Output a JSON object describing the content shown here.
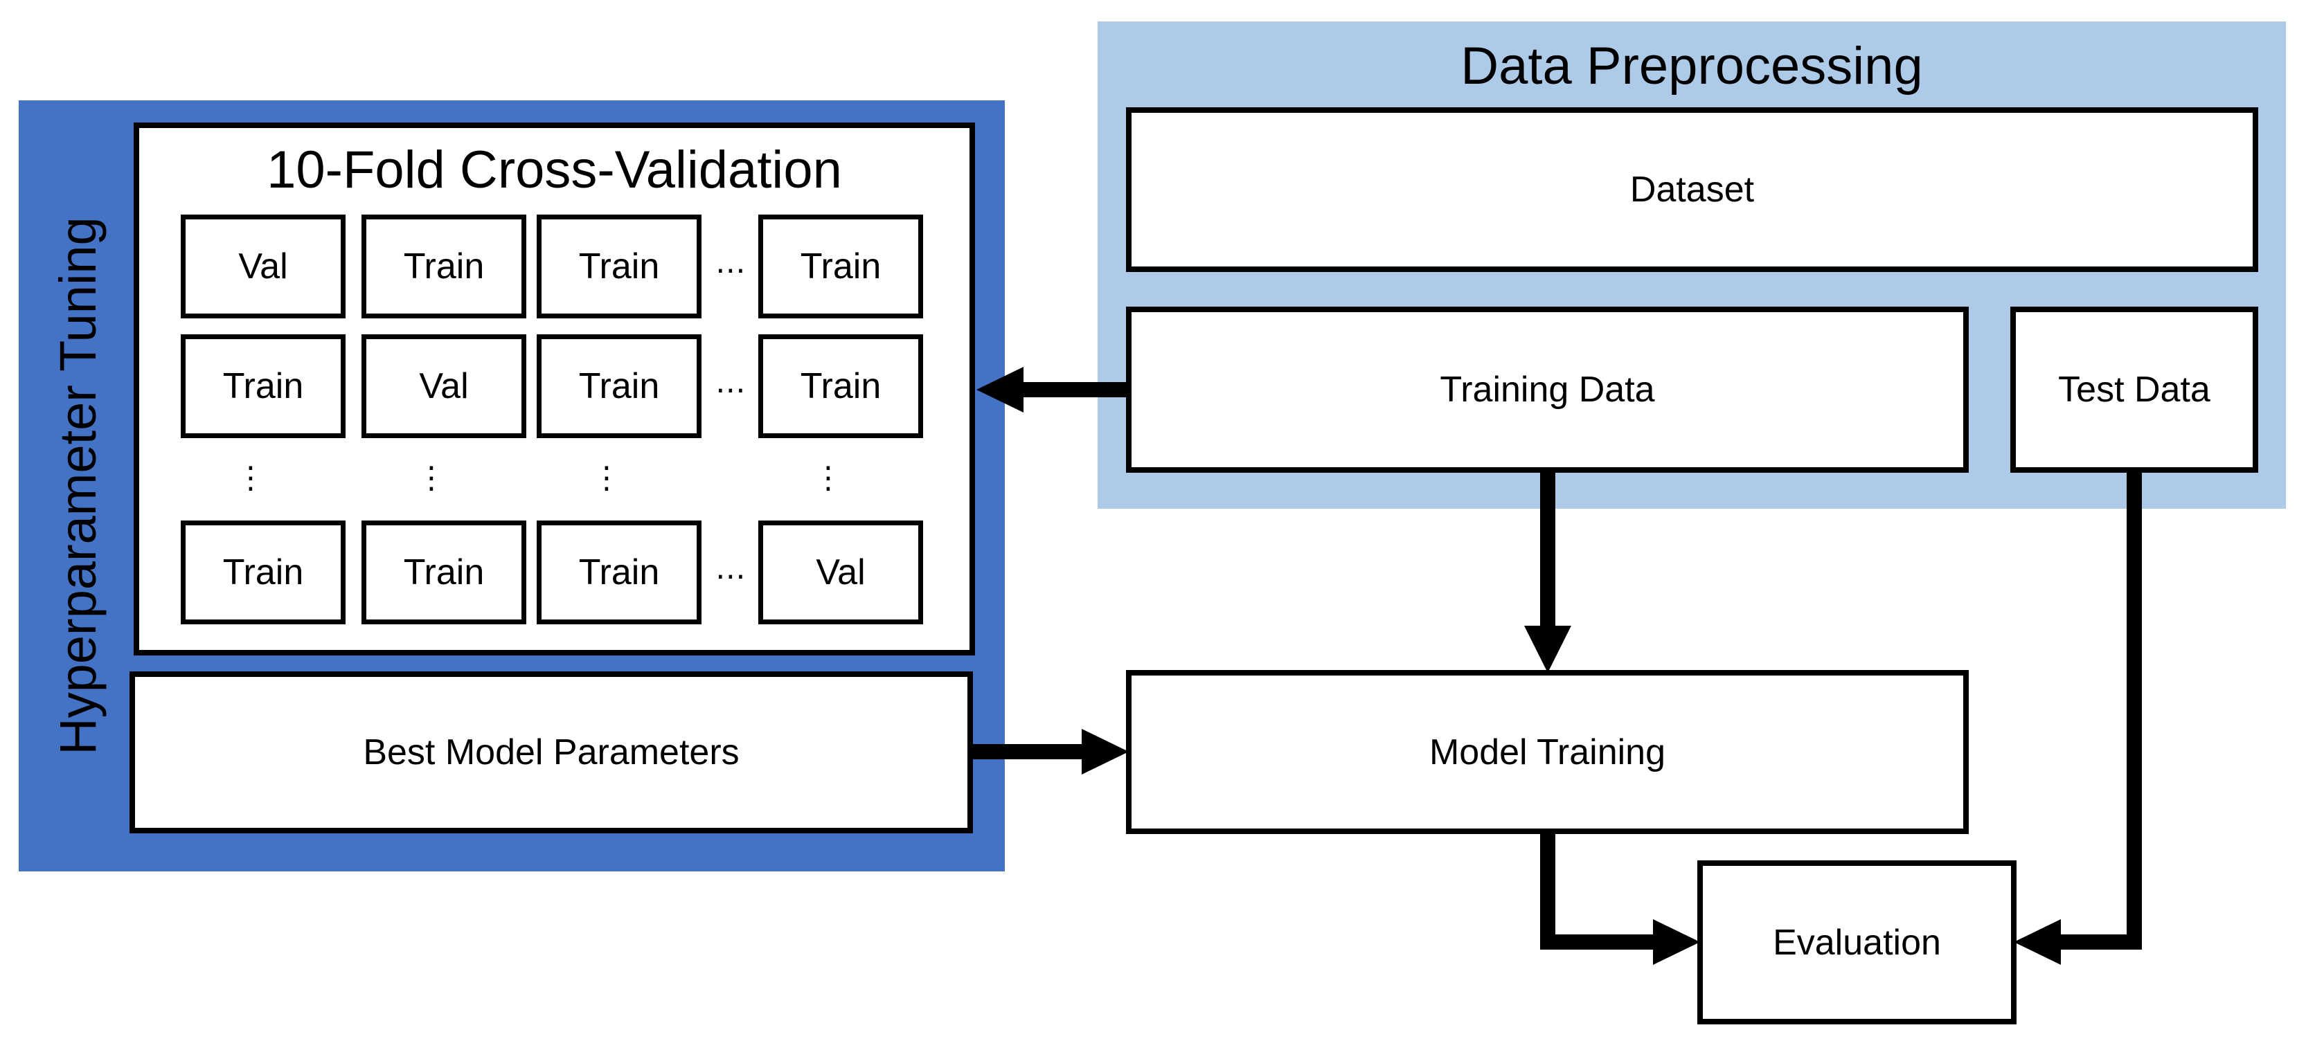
{
  "colors": {
    "hyper_region": "#4472c4",
    "prep_region": "#adcbe9",
    "stroke": "#000000",
    "box_fill": "#ffffff"
  },
  "hyper": {
    "title": "Hyperparameter Tuning",
    "cv": {
      "title": "10-Fold Cross-Validation",
      "rows": [
        [
          "Val",
          "Train",
          "Train",
          "Train"
        ],
        [
          "Train",
          "Val",
          "Train",
          "Train"
        ],
        [
          "Train",
          "Train",
          "Train",
          "Val"
        ]
      ],
      "ellipsis_h": "⋯",
      "ellipsis_v": "⋮"
    },
    "best_params": "Best Model Parameters"
  },
  "prep": {
    "title": "Data Preprocessing",
    "dataset": "Dataset",
    "training_data": "Training Data",
    "test_data": "Test Data"
  },
  "model_training": "Model Training",
  "evaluation": "Evaluation"
}
